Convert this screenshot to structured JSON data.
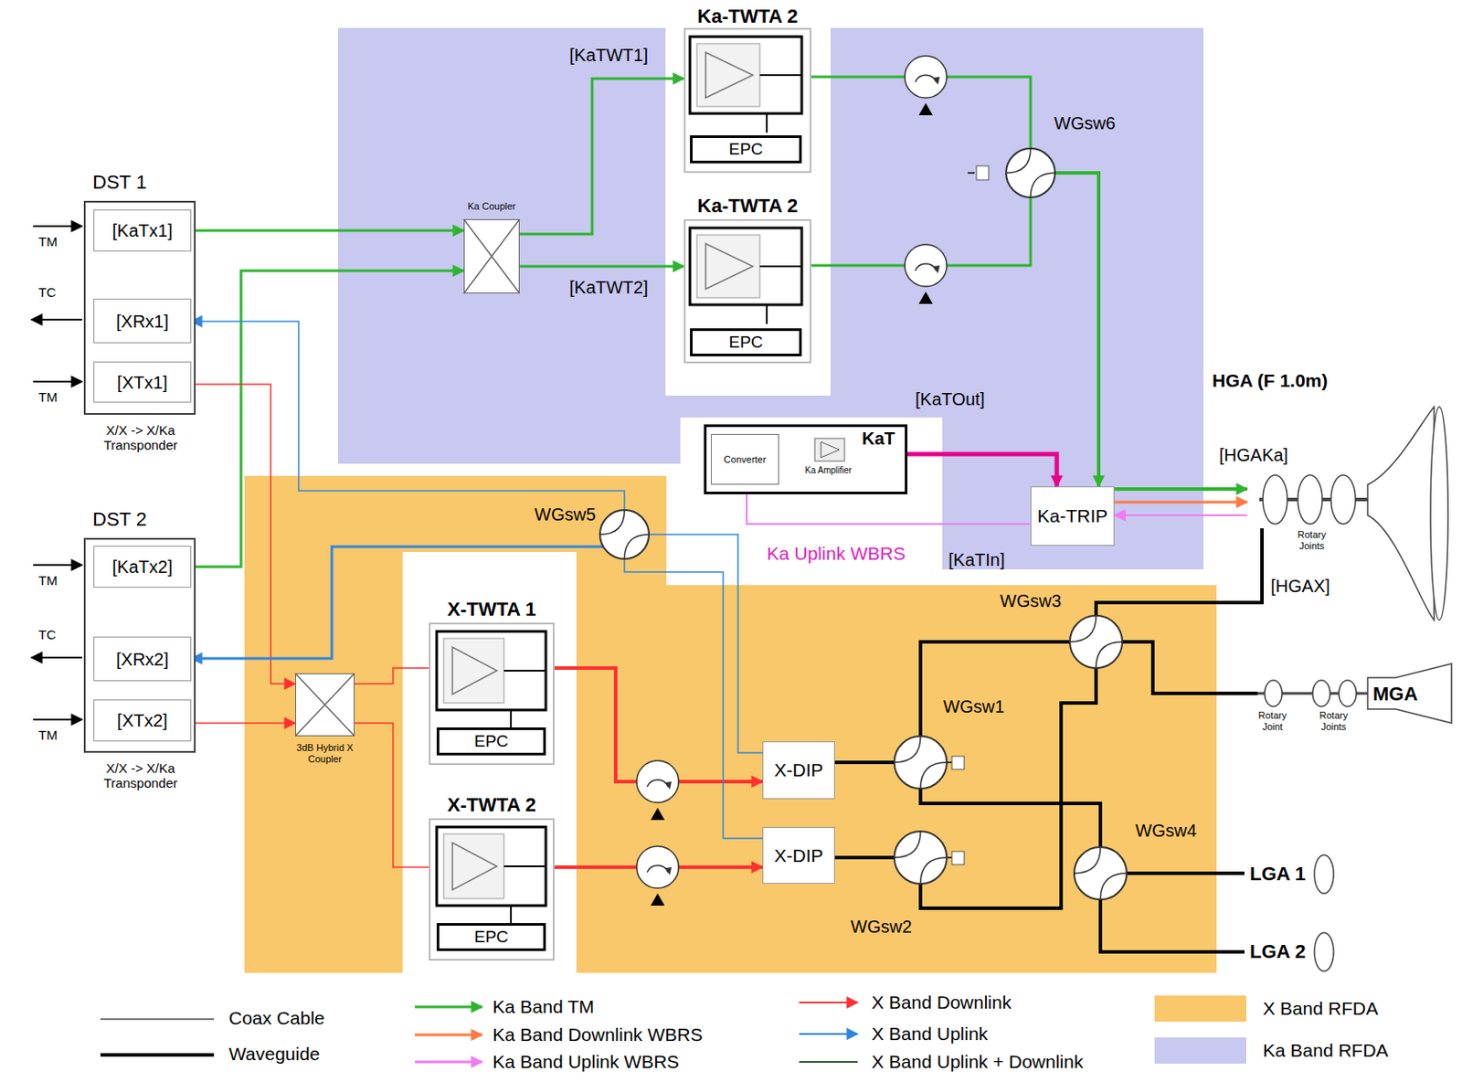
{
  "diagram": {
    "nodes": [
      {
        "text": [
          "DST 1",
          "X/X -> X/Ka Transponder"
        ]
      },
      {
        "text": [
          "[KaTx1]"
        ],
        "in": 0
      },
      {
        "text": [
          "[XRx1]"
        ],
        "in": 0
      },
      {
        "text": [
          "[XTx1]"
        ],
        "in": 0
      },
      {
        "text": [
          "Ka Coupler"
        ]
      },
      {
        "text": [
          "Ka-TWTA 2"
        ]
      },
      {
        "text": [
          "EPC"
        ],
        "in": 5
      },
      {
        "text": [
          "Ka-TWTA 2"
        ]
      },
      {
        "text": [
          "EPC"
        ],
        "in": 7
      },
      {
        "text": [
          "WGsw6"
        ]
      },
      {
        "text": [
          "KaT"
        ]
      },
      {
        "text": [
          "Converter"
        ],
        "in": 10
      },
      {
        "text": [
          "Ka Amplifier"
        ],
        "in": 10
      },
      {
        "text": [
          "Ka-TRIP"
        ]
      },
      {
        "text": [
          "HGA (F 1.0m)"
        ]
      },
      {
        "text": [
          "DST 2",
          "X/X -> X/Ka Transponder"
        ]
      },
      {
        "text": [
          "[KaTx2]"
        ],
        "in": 15
      },
      {
        "text": [
          "[XRx2]"
        ],
        "in": 15
      },
      {
        "text": [
          "[XTx2]"
        ],
        "in": 15
      },
      {
        "text": [
          "WGsw5"
        ]
      },
      {
        "text": [
          "3dB Hybrid X Coupler"
        ]
      },
      {
        "text": [
          "X-TWTA 1"
        ]
      },
      {
        "text": [
          "EPC"
        ],
        "in": 21
      },
      {
        "text": [
          "X-TWTA 2"
        ]
      },
      {
        "text": [
          "EPC"
        ],
        "in": 23
      },
      {
        "text": [
          "X-DIP"
        ]
      },
      {
        "text": [
          "X-DIP"
        ]
      },
      {
        "text": [
          "WGsw3"
        ]
      },
      {
        "text": [
          "WGsw1"
        ]
      },
      {
        "text": [
          "WGsw4"
        ]
      },
      {
        "text": [
          "WGsw2"
        ]
      },
      {
        "text": [
          "MGA"
        ]
      },
      {
        "text": [
          "LGA 1"
        ]
      },
      {
        "text": [
          "LGA 2"
        ]
      }
    ],
    "edges": [
      {
        "from": 1,
        "to": 4,
        "arrow": "to"
      },
      {
        "from": 16,
        "to": 4,
        "arrow": "to"
      },
      {
        "from": 4,
        "to": 5,
        "arrow": "to"
      },
      {
        "from": 4,
        "to": 7,
        "arrow": "to"
      },
      {
        "from": 5,
        "to": 9,
        "arrow": "none"
      },
      {
        "from": 7,
        "to": 9,
        "arrow": "none"
      },
      {
        "from": 9,
        "to": 13,
        "arrow": "to"
      },
      {
        "from": 10,
        "to": 13,
        "arrow": "to"
      },
      {
        "from": 13,
        "to": 10,
        "arrow": "none"
      },
      {
        "from": 13,
        "to": 14,
        "arrow": "to"
      },
      {
        "from": 13,
        "to": 14,
        "arrow": "to"
      },
      {
        "from": 14,
        "to": 13,
        "arrow": "to"
      },
      {
        "from": 3,
        "to": 20,
        "arrow": "to"
      },
      {
        "from": 18,
        "to": 20,
        "arrow": "to"
      },
      {
        "from": 20,
        "to": 21,
        "arrow": "none"
      },
      {
        "from": 20,
        "to": 23,
        "arrow": "none"
      },
      {
        "from": 21,
        "to": 25,
        "arrow": "to"
      },
      {
        "from": 23,
        "to": 26,
        "arrow": "to"
      },
      {
        "from": 25,
        "to": 19,
        "arrow": "none"
      },
      {
        "from": 26,
        "to": 19,
        "arrow": "none"
      },
      {
        "from": 19,
        "to": 2,
        "arrow": "to"
      },
      {
        "from": 19,
        "to": 17,
        "arrow": "to"
      },
      {
        "from": 25,
        "to": 28,
        "arrow": "none"
      },
      {
        "from": 26,
        "to": 30,
        "arrow": "none"
      },
      {
        "from": 28,
        "to": 27,
        "arrow": "none"
      },
      {
        "from": 28,
        "to": 29,
        "arrow": "none"
      },
      {
        "from": 30,
        "to": 27,
        "arrow": "none"
      },
      {
        "from": 27,
        "to": 14,
        "arrow": "none"
      },
      {
        "from": 27,
        "to": 31,
        "arrow": "none"
      },
      {
        "from": 29,
        "to": 32,
        "arrow": "none"
      },
      {
        "from": 29,
        "to": 33,
        "arrow": "none"
      }
    ],
    "labels": [
      "TM",
      "TC",
      "TM",
      "TM",
      "TC",
      "TM",
      "[KaTWT1]",
      "[KaTWT2]",
      "[KaTOut]",
      "[KaTIn]",
      "Ka Uplink WBRS",
      "[HGAKa]",
      "Rotary Joints",
      "[HGAX]",
      "Rotary Joint",
      "Rotary Joints"
    ],
    "legend": [
      {
        "text": "Coax Cable"
      },
      {
        "text": "Waveguide"
      },
      {
        "text": "Ka Band TM"
      },
      {
        "text": "Ka Band  Downlink WBRS"
      },
      {
        "text": "Ka Band Uplink WBRS"
      },
      {
        "text": "X Band Downlink"
      },
      {
        "text": "X Band Uplink"
      },
      {
        "text": "X Band Uplink + Downlink"
      },
      {
        "text": "X Band RFDA",
        "color": "#f9c86a"
      },
      {
        "text": "Ka Band RFDA",
        "color": "#c8c8f0"
      }
    ]
  }
}
